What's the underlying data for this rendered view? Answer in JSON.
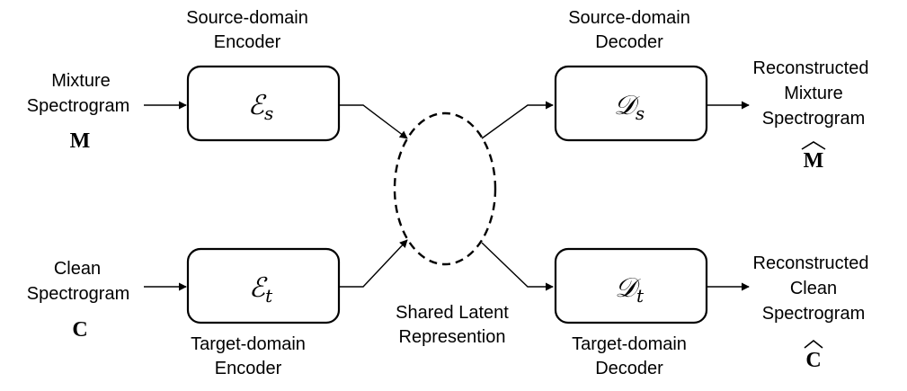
{
  "inputs": {
    "mixture": {
      "label": [
        "Mixture",
        "Spectrogram"
      ],
      "symbol": "M"
    },
    "clean": {
      "label": [
        "Clean",
        "Spectrogram"
      ],
      "symbol": "C"
    }
  },
  "encoders": {
    "source": {
      "title": [
        "Source-domain",
        "Encoder"
      ],
      "symbol": "ℰ",
      "sub": "s"
    },
    "target": {
      "title": [
        "Target-domain",
        "Encoder"
      ],
      "symbol": "ℰ",
      "sub": "t"
    }
  },
  "latent": {
    "label": [
      "Shared Latent",
      "Represention"
    ]
  },
  "decoders": {
    "source": {
      "title": [
        "Source-domain",
        "Decoder"
      ],
      "symbol": "𝒟",
      "sub": "s"
    },
    "target": {
      "title": [
        "Target-domain",
        "Decoder"
      ],
      "symbol": "𝒟",
      "sub": "t"
    }
  },
  "outputs": {
    "mixture": {
      "label": [
        "Reconstructed",
        "Mixture",
        "Spectrogram"
      ],
      "symbol": "M"
    },
    "clean": {
      "label": [
        "Reconstructed",
        "Clean",
        "Spectrogram"
      ],
      "symbol": "C"
    }
  }
}
